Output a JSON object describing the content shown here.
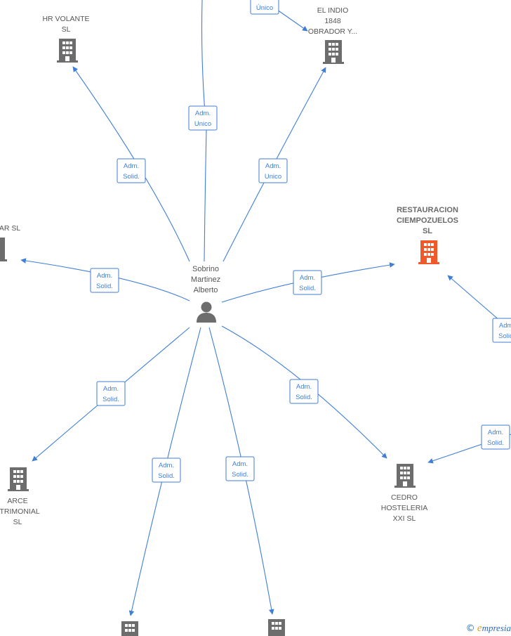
{
  "colors": {
    "edge": "#3f7fd6",
    "company": "#6d6d6d",
    "main_company": "#f05a2a",
    "person": "#6d6d6d"
  },
  "center": {
    "name_lines": [
      "Sobrino",
      "Martinez",
      "Alberto"
    ],
    "icon": "person-icon"
  },
  "nodes": [
    {
      "id": "hr-volante",
      "label_lines": [
        "HR VOLANTE",
        "SL"
      ],
      "icon": "building-icon"
    },
    {
      "id": "el-indio",
      "label_lines": [
        "EL INDIO",
        "1848",
        "OBRADOR Y..."
      ],
      "icon": "building-icon"
    },
    {
      "id": "restauracion",
      "label_lines": [
        "RESTAURACION",
        "CIEMPOZUELOS",
        "SL"
      ],
      "icon": "building-icon",
      "main": true
    },
    {
      "id": "ar-sl",
      "label_lines": [
        "AR  SL"
      ],
      "icon": "building-icon"
    },
    {
      "id": "arce",
      "label_lines": [
        "ARCE",
        "ATRIMONIAL",
        "SL"
      ],
      "icon": "building-icon"
    },
    {
      "id": "cedro",
      "label_lines": [
        "CEDRO",
        "HOSTELERIA",
        "XXI  SL"
      ],
      "icon": "building-icon"
    },
    {
      "id": "bottom-left",
      "label_lines": [],
      "icon": "building-icon"
    },
    {
      "id": "bottom-right",
      "label_lines": [],
      "icon": "building-icon"
    }
  ],
  "edge_labels": [
    {
      "id": "top",
      "lines": [
        "Adm.",
        "Unico"
      ]
    },
    {
      "id": "top-right-partial",
      "lines": [
        "Único"
      ]
    },
    {
      "id": "hr-volante",
      "lines": [
        "Adm.",
        "Solid."
      ]
    },
    {
      "id": "el-indio",
      "lines": [
        "Adm.",
        "Unico"
      ]
    },
    {
      "id": "ar-sl",
      "lines": [
        "Adm.",
        "Solid."
      ]
    },
    {
      "id": "restauracion",
      "lines": [
        "Adm.",
        "Solid."
      ]
    },
    {
      "id": "restauracion-right",
      "lines": [
        "Adm.",
        "Solid."
      ]
    },
    {
      "id": "arce",
      "lines": [
        "Adm.",
        "Solid."
      ]
    },
    {
      "id": "cedro",
      "lines": [
        "Adm.",
        "Solid."
      ]
    },
    {
      "id": "cedro-right",
      "lines": [
        "Adm.",
        "Solid."
      ]
    },
    {
      "id": "bottom-left",
      "lines": [
        "Adm.",
        "Solid."
      ]
    },
    {
      "id": "bottom-right",
      "lines": [
        "Adm.",
        "Solid."
      ]
    }
  ],
  "footer": {
    "copyright": "©",
    "brand_initial": "e",
    "brand_rest": "mpresia"
  }
}
